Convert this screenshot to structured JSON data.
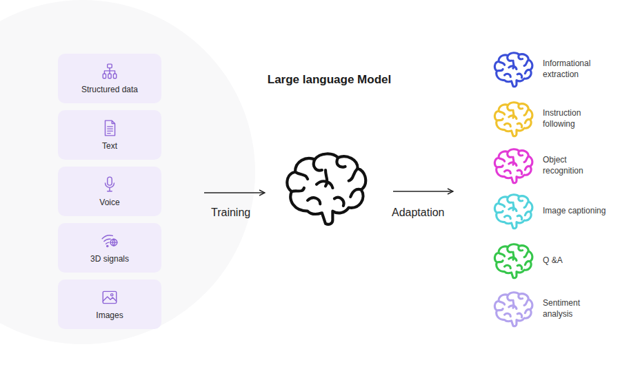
{
  "diagram": {
    "nodes": [
      {
        "text": [
          "Structured data"
        ]
      },
      {
        "text": [
          "Text"
        ]
      },
      {
        "text": [
          "Voice"
        ]
      },
      {
        "text": [
          "3D signals"
        ]
      },
      {
        "text": [
          "Images"
        ]
      },
      {
        "text": [
          "Large language Model"
        ]
      },
      {
        "text": [
          "Informational extraction"
        ]
      },
      {
        "text": [
          "Instruction following"
        ]
      },
      {
        "text": [
          "Object recognition"
        ]
      },
      {
        "text": [
          "Image captioning"
        ]
      },
      {
        "text": [
          "Q &A"
        ]
      },
      {
        "text": [
          "Sentiment analysis"
        ]
      }
    ],
    "labels": [
      "Training",
      "Adaptation"
    ]
  }
}
